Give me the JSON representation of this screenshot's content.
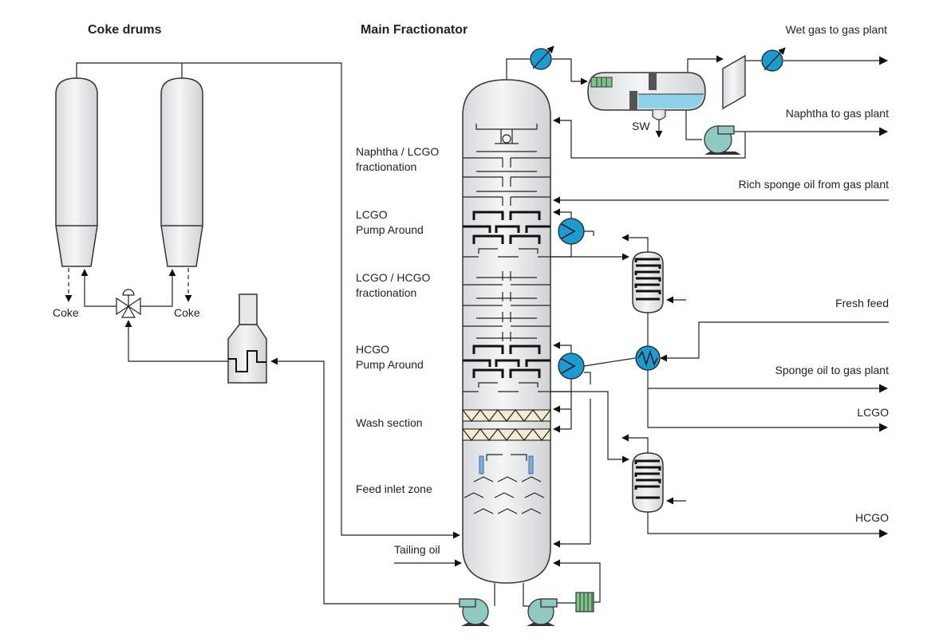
{
  "headings": {
    "coke_drums": "Coke drums",
    "main_fractionator": "Main Fractionator"
  },
  "labels": {
    "coke_left": "Coke",
    "coke_right": "Coke",
    "sw": "SW",
    "naphtha_lcgo_1": "Naphtha / LCGO",
    "naphtha_lcgo_2": "fractionation",
    "lcgo_pa_1": "LCGO",
    "lcgo_pa_2": "Pump Around",
    "lcgo_hcgo_1": "LCGO / HCGO",
    "lcgo_hcgo_2": "fractionation",
    "hcgo_pa_1": "HCGO",
    "hcgo_pa_2": "Pump Around",
    "wash_section": "Wash section",
    "feed_inlet": "Feed inlet zone",
    "tailing_oil": "Tailing oil"
  },
  "streams": {
    "wet_gas": "Wet gas to gas plant",
    "naphtha": "Naphtha to gas plant",
    "rich_sponge": "Rich sponge oil from gas plant",
    "fresh_feed": "Fresh feed",
    "sponge_oil": "Sponge oil to gas plant",
    "lcgo": "LCGO",
    "hcgo": "HCGO"
  },
  "colors": {
    "vessel_fill": "#e8eaec",
    "exchanger_blue": "#1a9bd1",
    "pump_teal": "#8fc9c2",
    "cooler_green": "#79c48a",
    "water_blue": "#8fd0ea",
    "packing_fill": "#f3ecd2"
  }
}
